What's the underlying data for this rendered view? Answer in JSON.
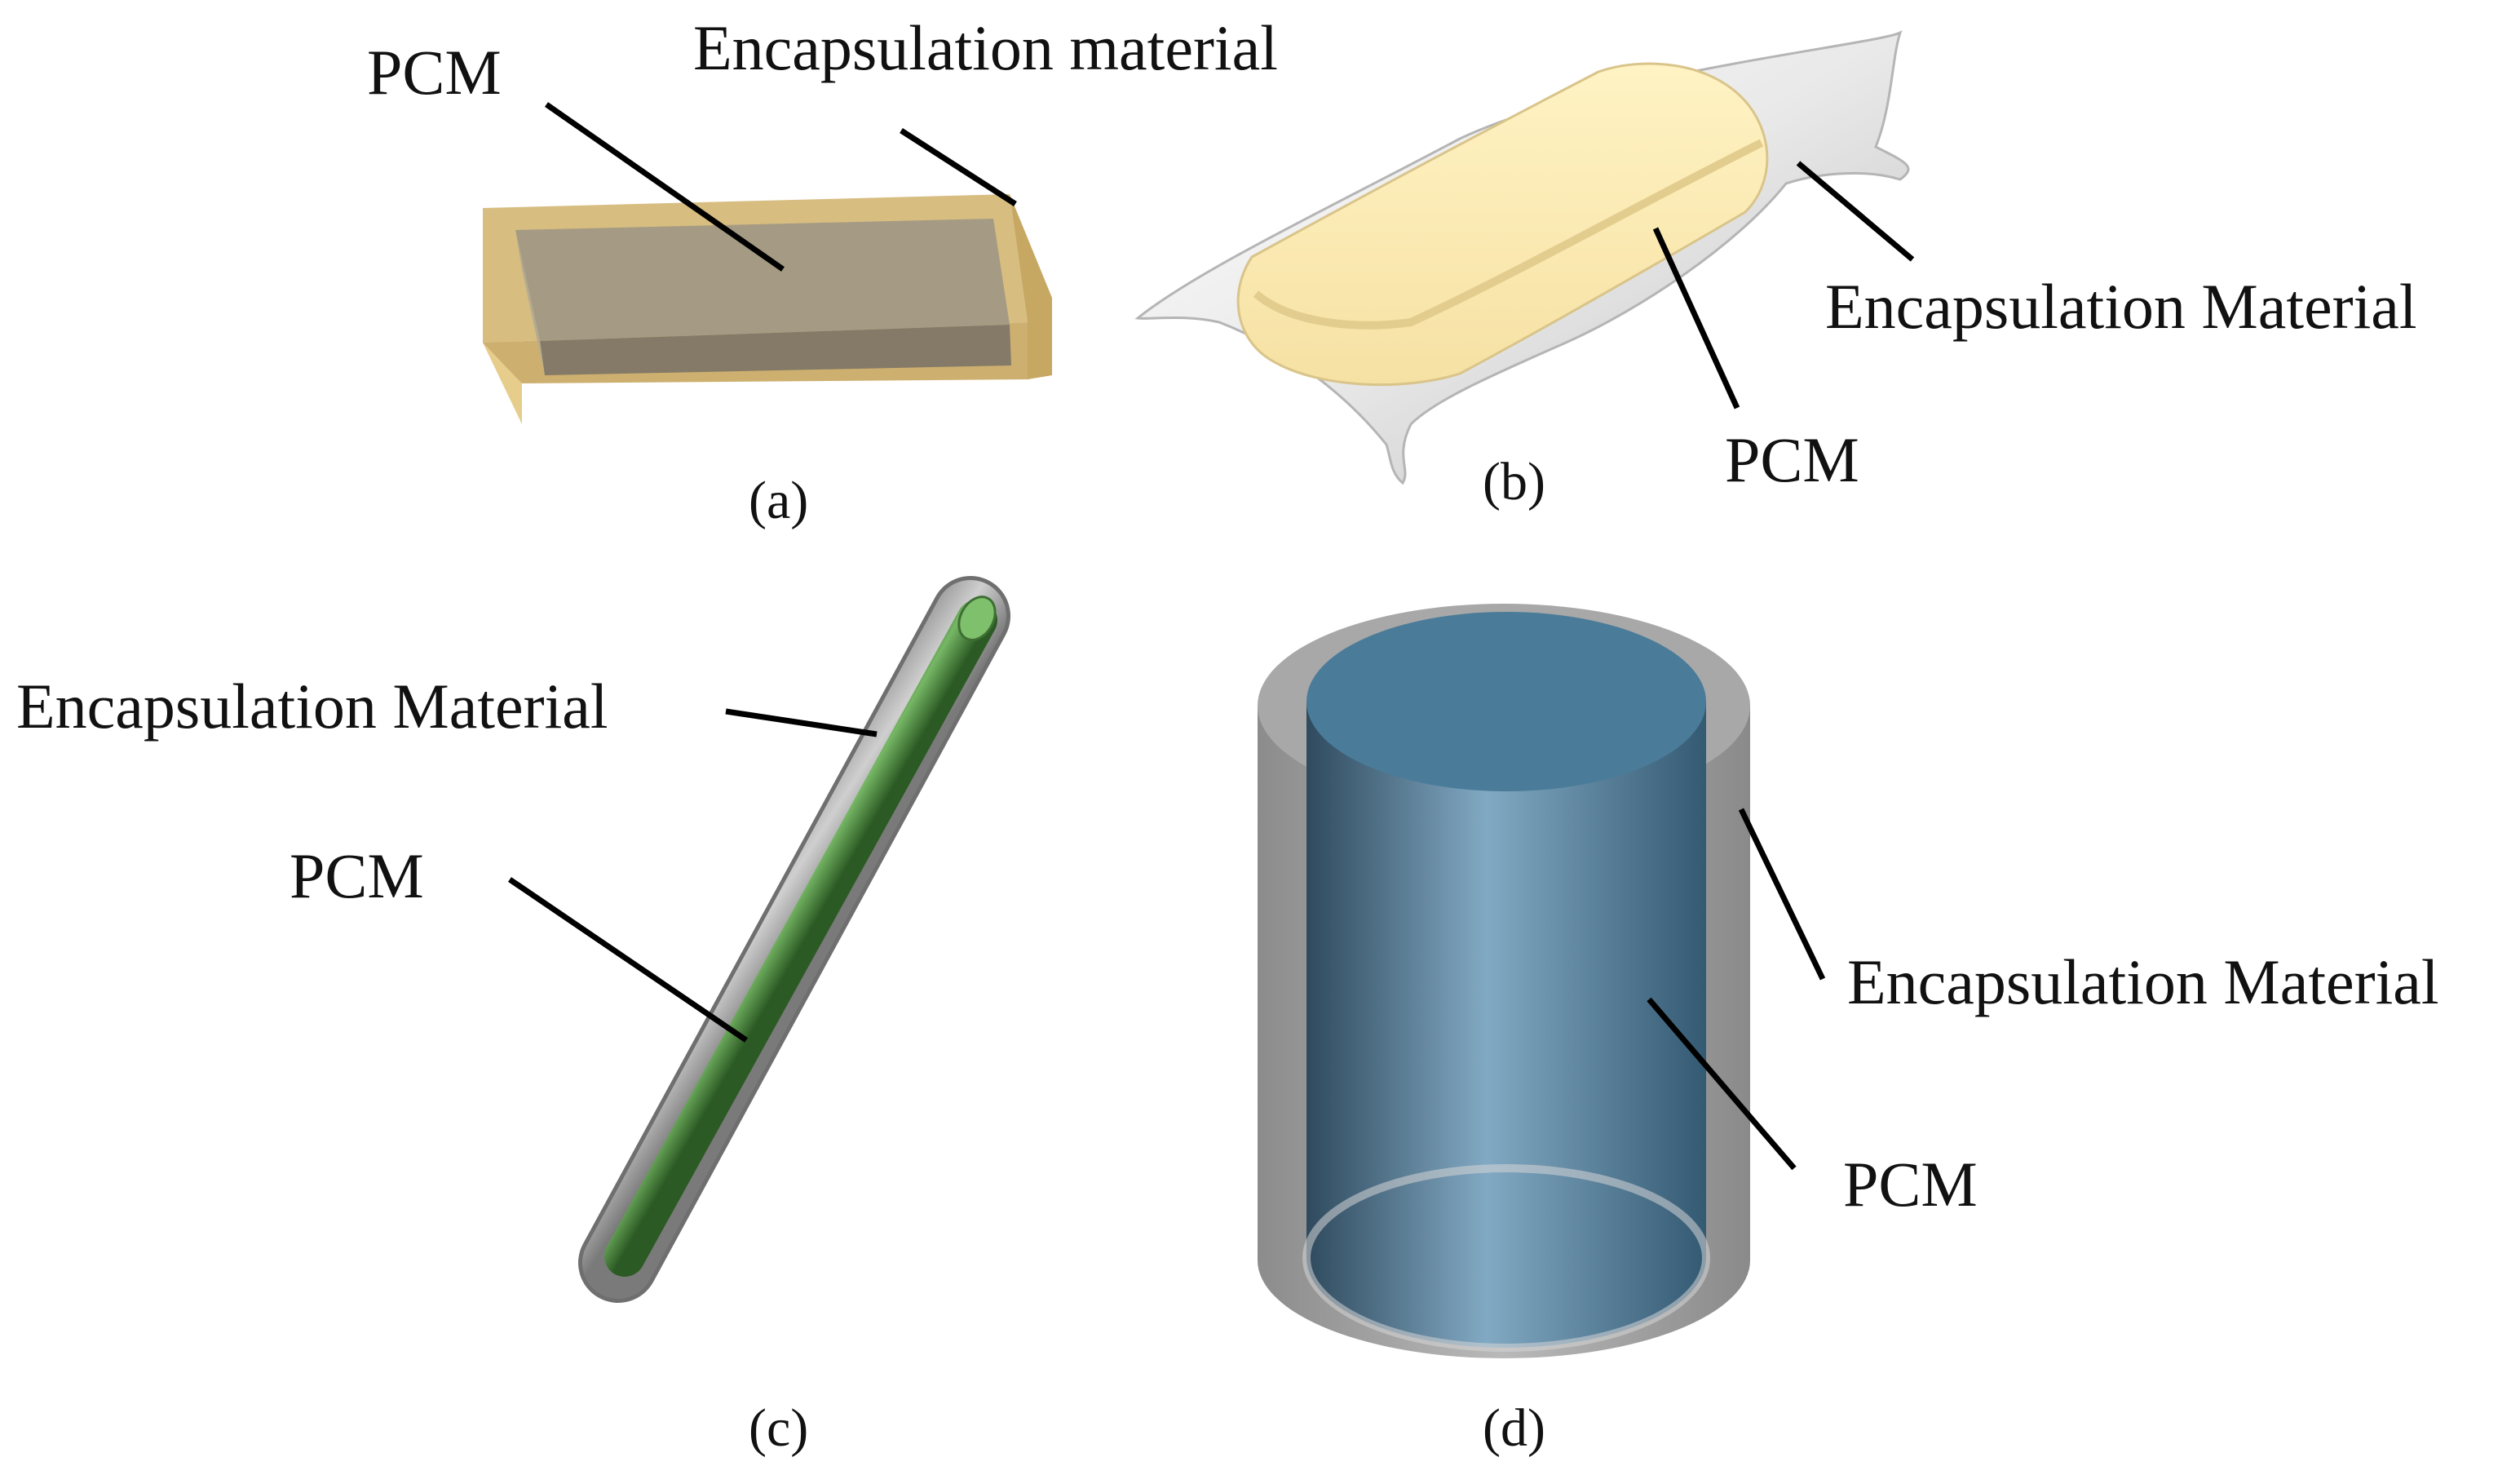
{
  "panels": {
    "a": {
      "caption": "(a)",
      "shape": "rectangular-slab",
      "pcm_label": "PCM",
      "shell_label": "Encapsulation material",
      "pcm_color": "#A79C82",
      "shell_color": "#D9BD7E"
    },
    "b": {
      "caption": "(b)",
      "shape": "pouch",
      "pcm_label": "PCM",
      "shell_label": "Encapsulation Material",
      "pcm_color": "#FCEBB3",
      "shell_color": "#F2F2F2"
    },
    "c": {
      "caption": "(c)",
      "shape": "tube",
      "pcm_label": "PCM",
      "shell_label": "Encapsulation Material",
      "pcm_color": "#4E8F3F",
      "shell_color": "#9A9A9A"
    },
    "d": {
      "caption": "(d)",
      "shape": "cylinder",
      "pcm_label": "PCM",
      "shell_label": "Encapsulation Material",
      "pcm_color": "#5485A0",
      "shell_color": "#A9A9A9"
    }
  }
}
